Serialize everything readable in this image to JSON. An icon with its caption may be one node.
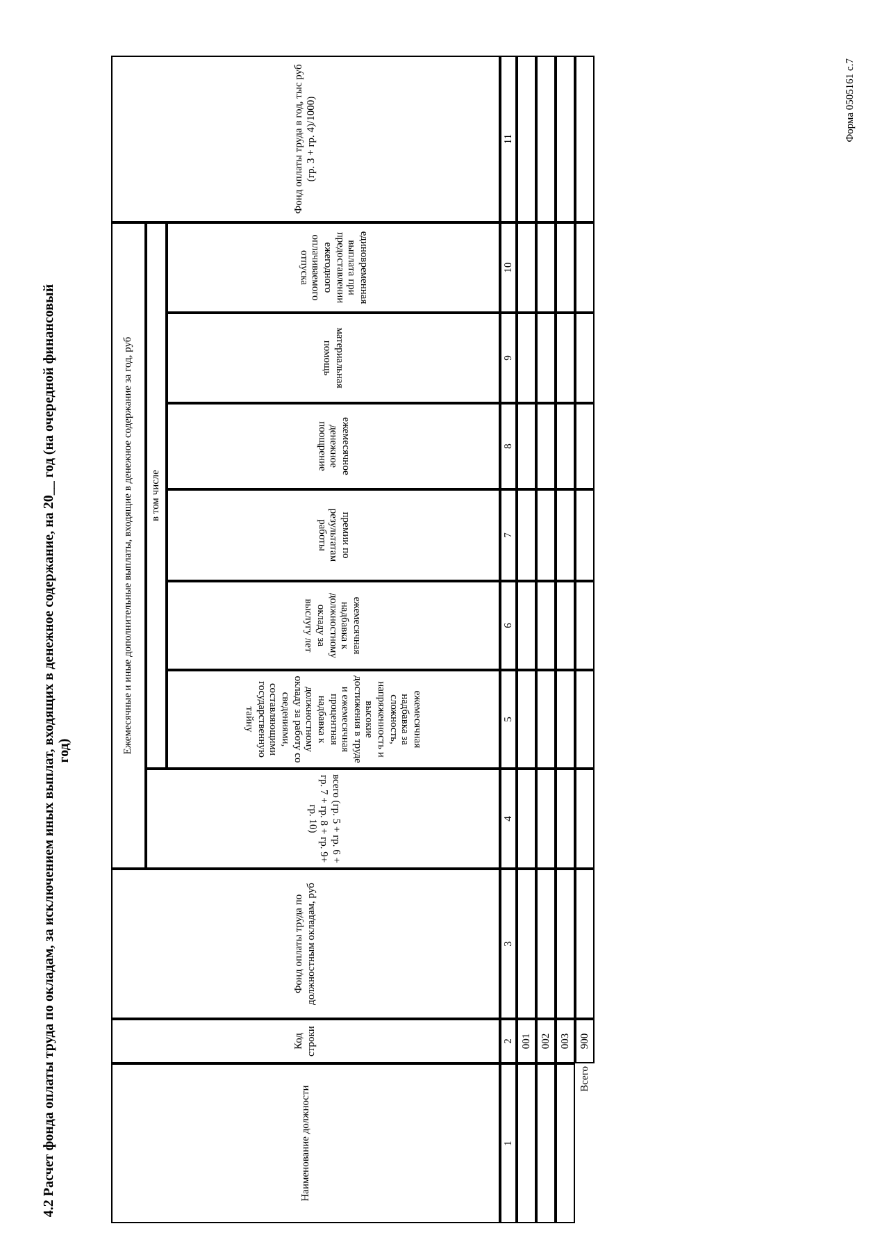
{
  "diagram": {
    "title": "4.2 Расчет фонда оплаты труда по окладам, за исключением иных выплат, входящих в денежное содержание, на 20__ год (на очередной финансовый год)",
    "labels": [
      "Форма 0505161 с.7",
      "Наименование должности",
      "Код строки",
      "Фонд оплаты труда по должностным окладам, руб",
      "Ежемесячные и иные дополнительные выплаты, входящие в денежное содержание за год, руб",
      "Фонд оплаты труда в год, тыс руб (гр. 3 + гр. 4)/1000)",
      "всего (гр. 5 + гр. 6 + гр. 7 + гр. 8 + гр. 9+ гр. 10)",
      "в том числе",
      "ежемесячная надбавка за сложность, напряженность и высокие достижения в труде и ежемесячная процентная надбавка к должностному окладу за работу со сведениями, составляющими государственную тайну",
      "ежемесячная надбавка к должностному окладу за выслугу лет",
      "премии по результатам работы",
      "ежемесячное денежное поощрение",
      "материальная помощь",
      "единовременная выплата при предоставлении ежегодного оплачиваемого отпуска",
      "1",
      "2",
      "3",
      "4",
      "5",
      "6",
      "7",
      "8",
      "9",
      "10",
      "11",
      "001",
      "002",
      "003",
      "Всего",
      "900"
    ]
  }
}
